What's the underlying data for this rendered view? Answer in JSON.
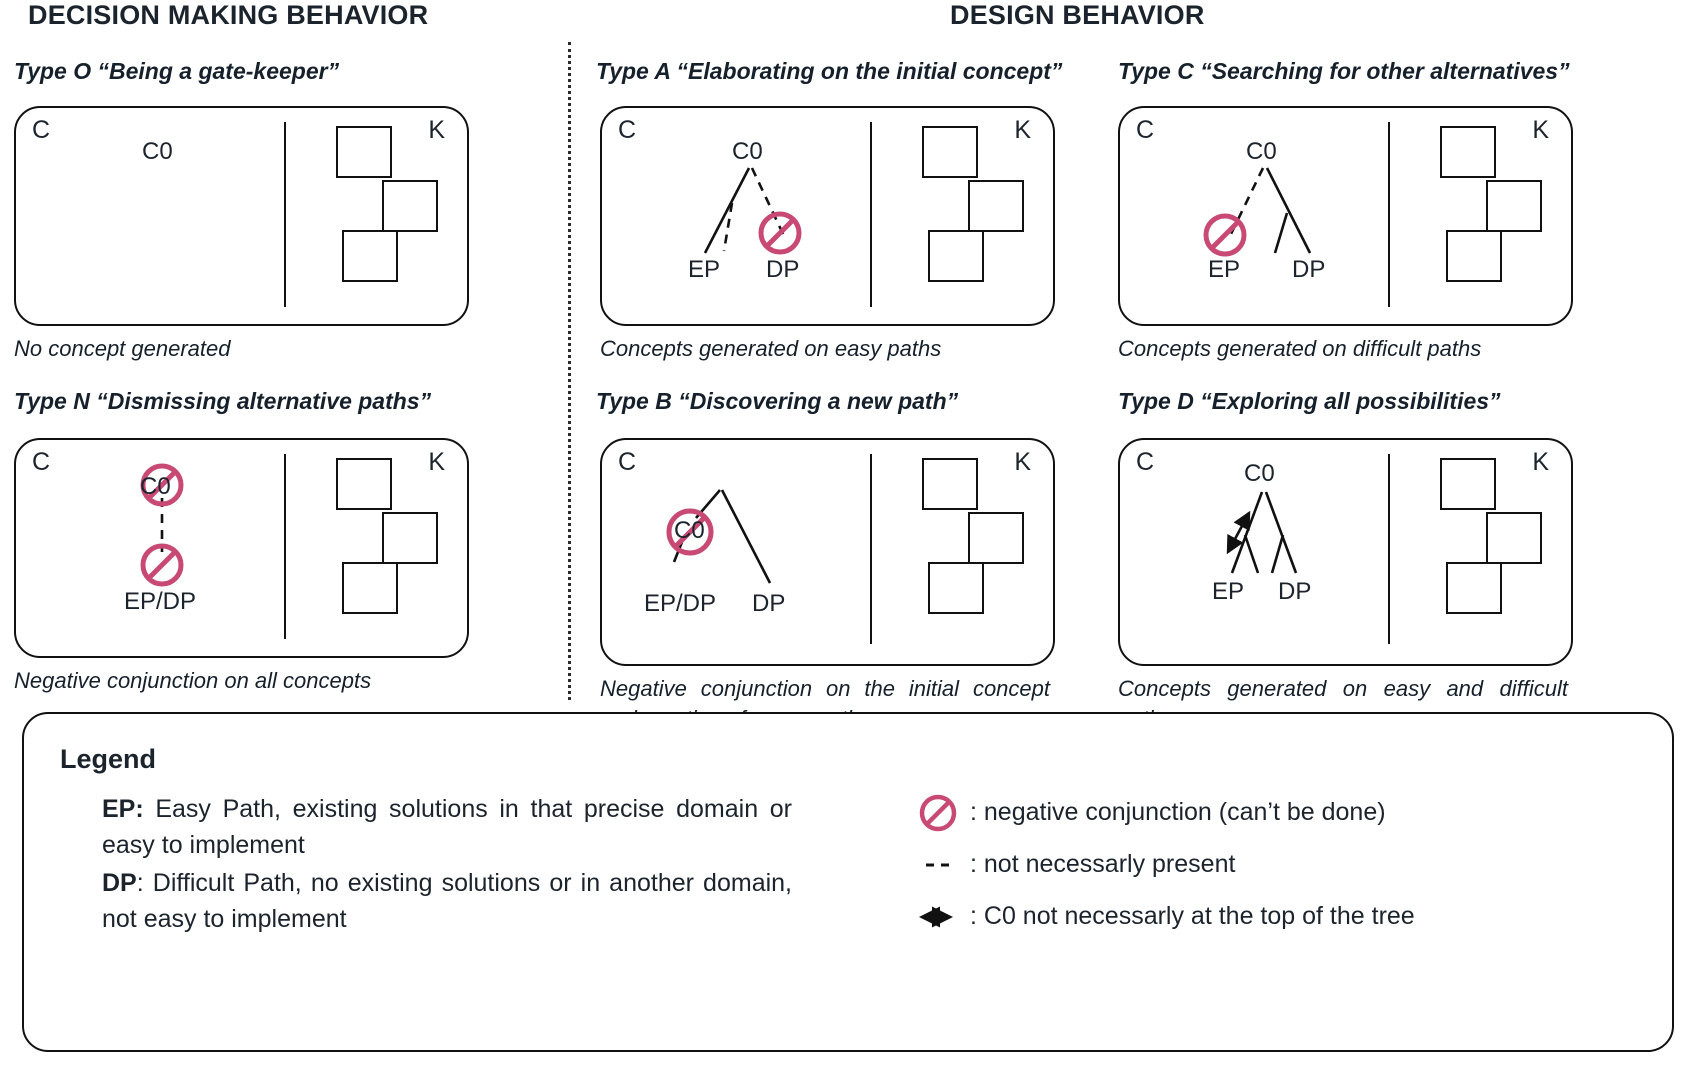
{
  "headers": {
    "decision_making": "DECISION MAKING BEHAVIOR",
    "design": "DESIGN BEHAVIOR"
  },
  "panel_labels": {
    "c": "C",
    "k": "K"
  },
  "panels": [
    {
      "id": "type-o",
      "title": "Type O “Being a gate-keeper”",
      "caption": "No concept generated",
      "nodes": [
        "C0"
      ]
    },
    {
      "id": "type-n",
      "title": "Type N “Dismissing alternative paths”",
      "caption": "Negative conjunction on all concepts",
      "nodes": [
        "C0",
        "EP/DP"
      ]
    },
    {
      "id": "type-a",
      "title": "Type A “Elaborating on the initial concept”",
      "caption": "Concepts generated on easy paths",
      "nodes": [
        "C0",
        "EP",
        "DP"
      ]
    },
    {
      "id": "type-b",
      "title": "Type B “Discovering a new path”",
      "caption": "Negative conjunction on the initial concept and creation of a new path",
      "nodes": [
        "C0",
        "EP/DP",
        "DP"
      ]
    },
    {
      "id": "type-c",
      "title": "Type C “Searching for other alternatives”",
      "caption": "Concepts generated on difficult paths",
      "nodes": [
        "C0",
        "EP",
        "DP"
      ]
    },
    {
      "id": "type-d",
      "title": "Type D “Exploring all possibilities”",
      "caption": "Concepts generated on easy and difficult paths",
      "nodes": [
        "C0",
        "EP",
        "DP"
      ]
    }
  ],
  "legend": {
    "title": "Legend",
    "ep_abbr": "EP:",
    "ep_text": " Easy Path, existing solutions in that precise domain or easy to implement",
    "dp_abbr": "DP",
    "dp_text": ": Difficult Path, no existing solutions or in another domain, not easy to implement",
    "items": [
      {
        "symbol": "no-entry-icon",
        "text": ": negative conjunction (can’t be done)"
      },
      {
        "symbol": "dashed-line-icon",
        "text": ": not necessarly present"
      },
      {
        "symbol": "double-arrow-icon",
        "text": ": C0 not necessarly at the top of the tree"
      }
    ]
  },
  "colors": {
    "ink": "#1b232c",
    "stroke": "#111111",
    "negative_conjunction": "#C84A74"
  }
}
